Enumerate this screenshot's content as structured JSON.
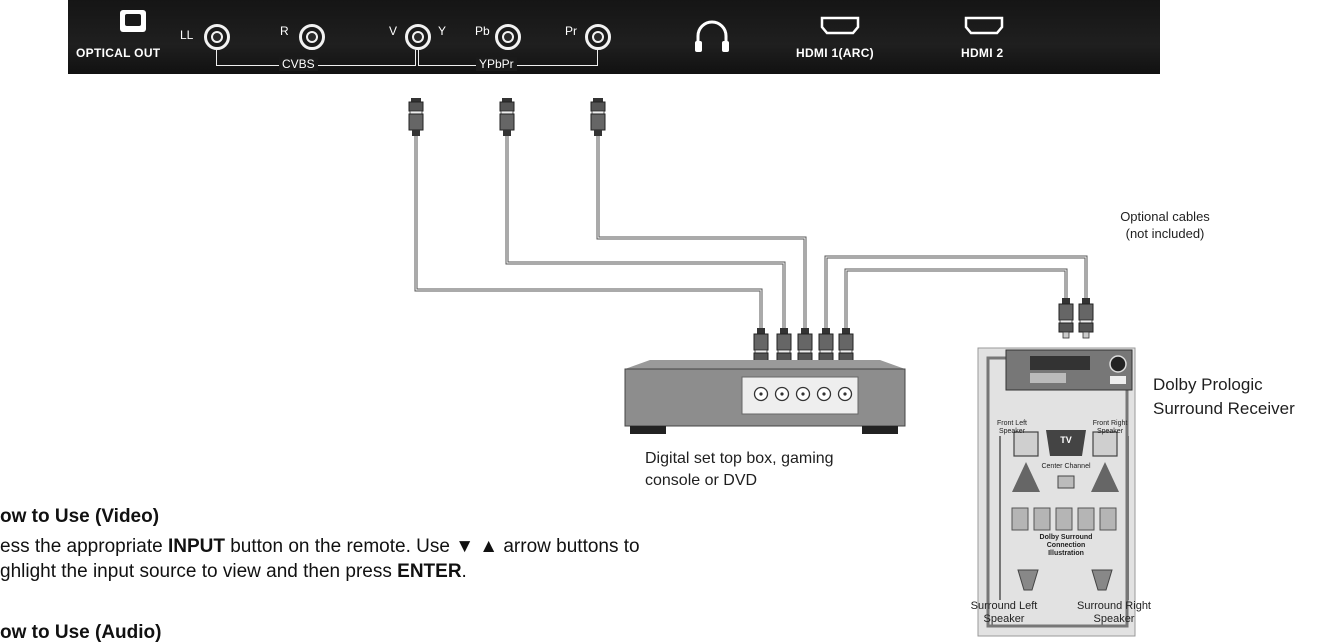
{
  "panel": {
    "optical_label": "OPTICAL OUT",
    "ll_label": "LL",
    "r_label": "R",
    "v_label": "V",
    "y_label": "Y",
    "pb_label": "Pb",
    "pr_label": "Pr",
    "cvbs_label": "CVBS",
    "ypbpr_label": "YPbPr",
    "hdmi1_label": "HDMI 1(ARC)",
    "hdmi2_label": "HDMI 2"
  },
  "labels": {
    "optional_cables_line1": "Optional cables",
    "optional_cables_line2": "(not included)",
    "receiver_line1": "Dolby Prologic",
    "receiver_line2": "Surround Receiver",
    "device_line1": "Digital set top box, gaming",
    "device_line2": "console or DVD",
    "front_left": "Front Left Speaker",
    "front_right": "Front Right Speaker",
    "tv": "TV",
    "center_channel": "Center Channel",
    "dolby_illustration": "Dolby Surround Connection Illustration",
    "surround_left_line1": "Surround Left",
    "surround_left_line2": "Speaker",
    "surround_right_line1": "Surround Right",
    "surround_right_line2": "Speaker"
  },
  "video_section": {
    "heading": "ow to Use (Video)",
    "line1_pre": "ess the appropriate ",
    "line1_bold": "INPUT",
    "line1_post": " button on the remote. Use ▼ ▲ arrow buttons to",
    "line2_pre": "ghlight the input source to view and then press ",
    "line2_bold": "ENTER",
    "line2_post": "."
  },
  "audio_section": {
    "heading": "ow to Use (Audio)"
  }
}
